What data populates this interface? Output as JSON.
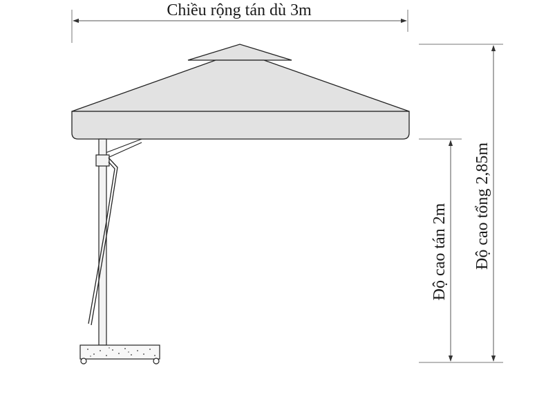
{
  "diagram": {
    "width_label": "Chiều rộng tán dù 3m",
    "canopy_height_label": "Độ cao tán 2m",
    "total_height_label": "Độ cao tổng 2,85m"
  }
}
